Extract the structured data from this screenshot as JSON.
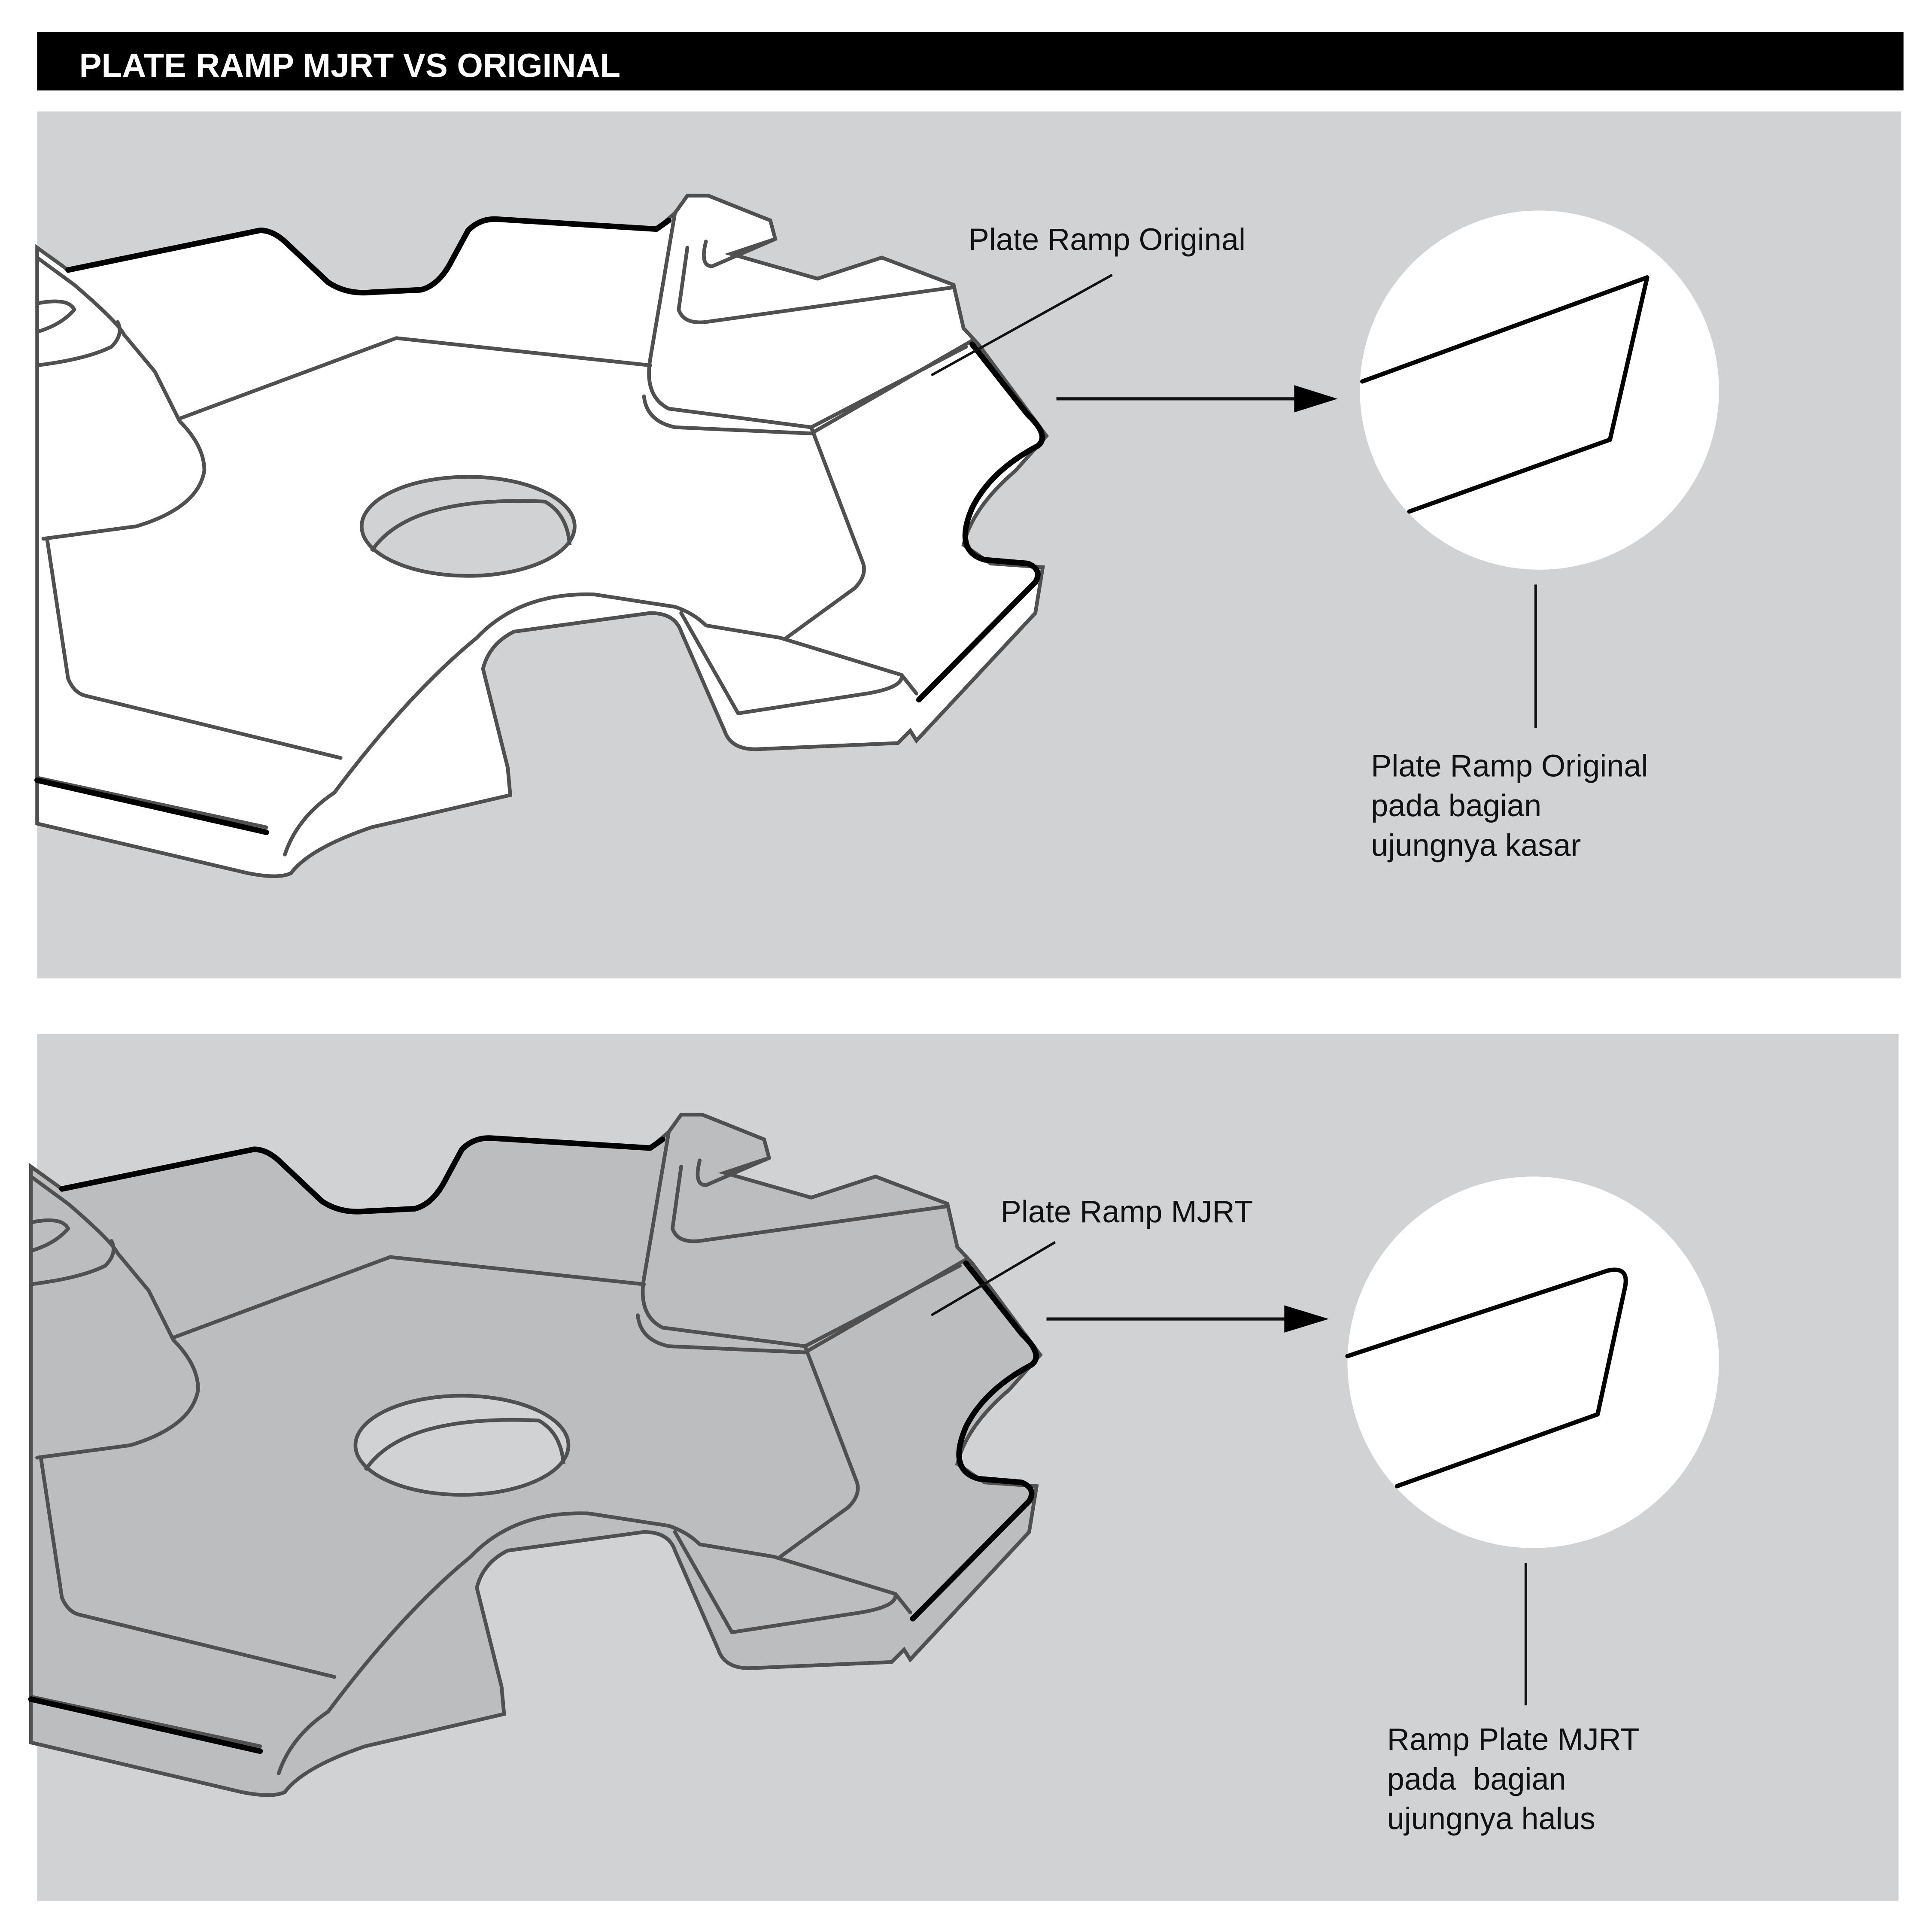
{
  "title": "PLATE RAMP MJRT VS ORIGINAL",
  "colors": {
    "panel": "#d1d2d4",
    "plate_original": "#ffffff",
    "plate_mjrt": "#bcbdbf",
    "header": "#000000"
  },
  "panels": [
    {
      "callout": "Plate Ramp Original",
      "description": [
        "Plate Ramp Original",
        "pada bagian",
        "ujungnya kasar"
      ]
    },
    {
      "callout": "Plate Ramp MJRT",
      "description": [
        "Ramp Plate MJRT",
        "pada  bagian",
        "ujungnya halus"
      ]
    }
  ]
}
